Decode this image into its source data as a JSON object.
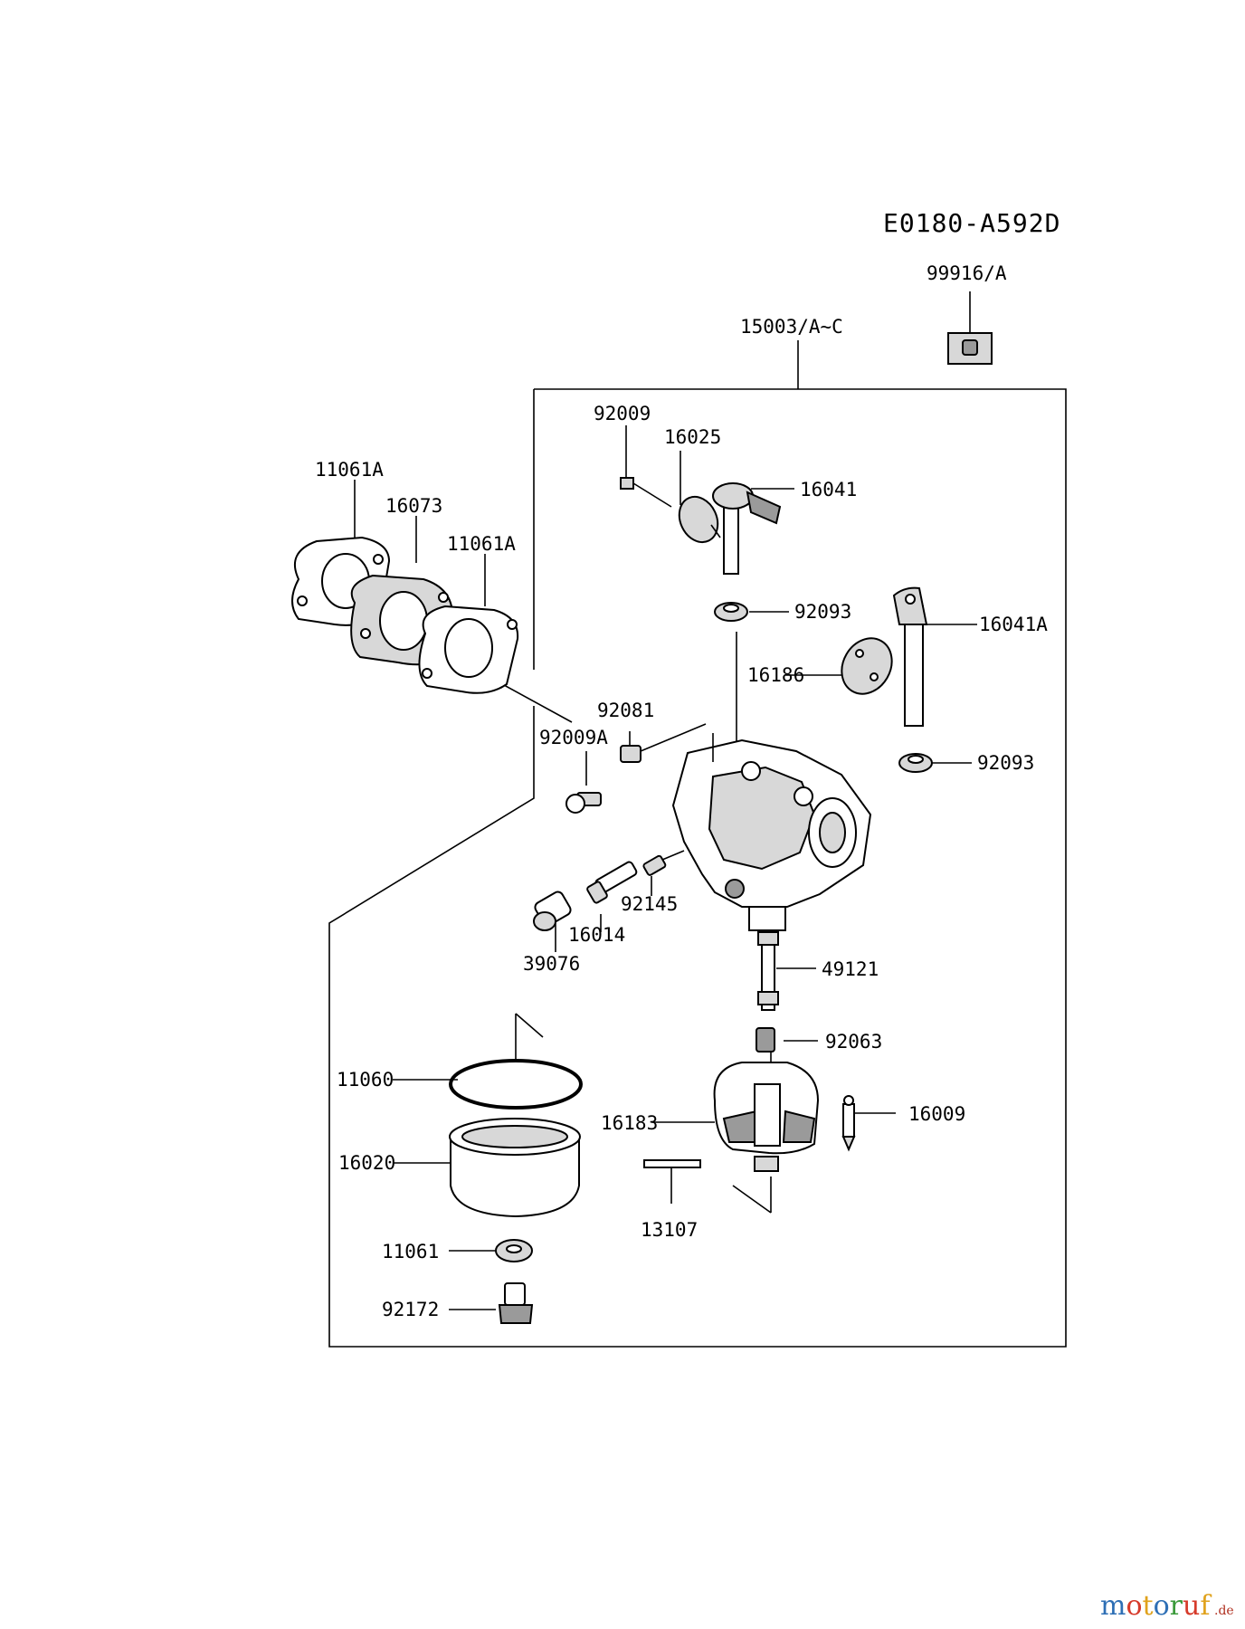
{
  "diagram_code": "E0180-A592D",
  "parts": {
    "p99916A": "99916/A",
    "p15003": "15003/A~C",
    "p92009": "92009",
    "p16025": "16025",
    "p16041": "16041",
    "p11061A_top": "11061A",
    "p16073": "16073",
    "p11061A_mid": "11061A",
    "p92093_top": "92093",
    "p16041A": "16041A",
    "p16186": "16186",
    "p92081": "92081",
    "p92009A": "92009A",
    "p92093_right": "92093",
    "p92145": "92145",
    "p16014": "16014",
    "p39076": "39076",
    "p49121": "49121",
    "p92063": "92063",
    "p11060": "11060",
    "p16183": "16183",
    "p16009": "16009",
    "p16020": "16020",
    "p13107": "13107",
    "p11061": "11061",
    "p92172": "92172"
  },
  "watermark": {
    "letters": [
      "m",
      "o",
      "t",
      "o",
      "r",
      "u",
      "f"
    ],
    "colors": [
      "#2e6fb5",
      "#d63a2a",
      "#e0a21c",
      "#2e6fb5",
      "#3a9a3a",
      "#d63a2a",
      "#e0a21c"
    ],
    "suffix": ".de"
  }
}
